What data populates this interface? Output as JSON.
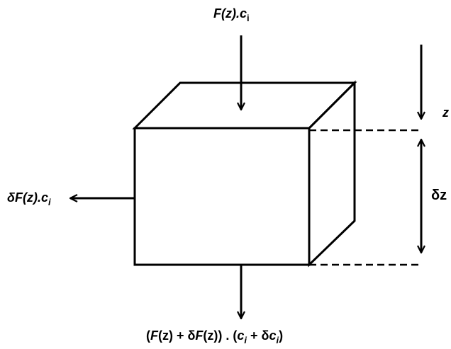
{
  "labels": {
    "top": {
      "main": "F(z).c",
      "sub": "i"
    },
    "left": {
      "main": "δF(z).c",
      "sub": "i"
    },
    "right_z": "z",
    "right_dz": "δz",
    "bottom": {
      "p1": "(",
      "p2": "F",
      "p3": "(z) + δ",
      "p4": "F",
      "p5": "(z)) . (",
      "p6": "c",
      "p7": "i",
      "p8": " + δ",
      "p9": "c",
      "p10": "i",
      "p11": ")"
    }
  }
}
